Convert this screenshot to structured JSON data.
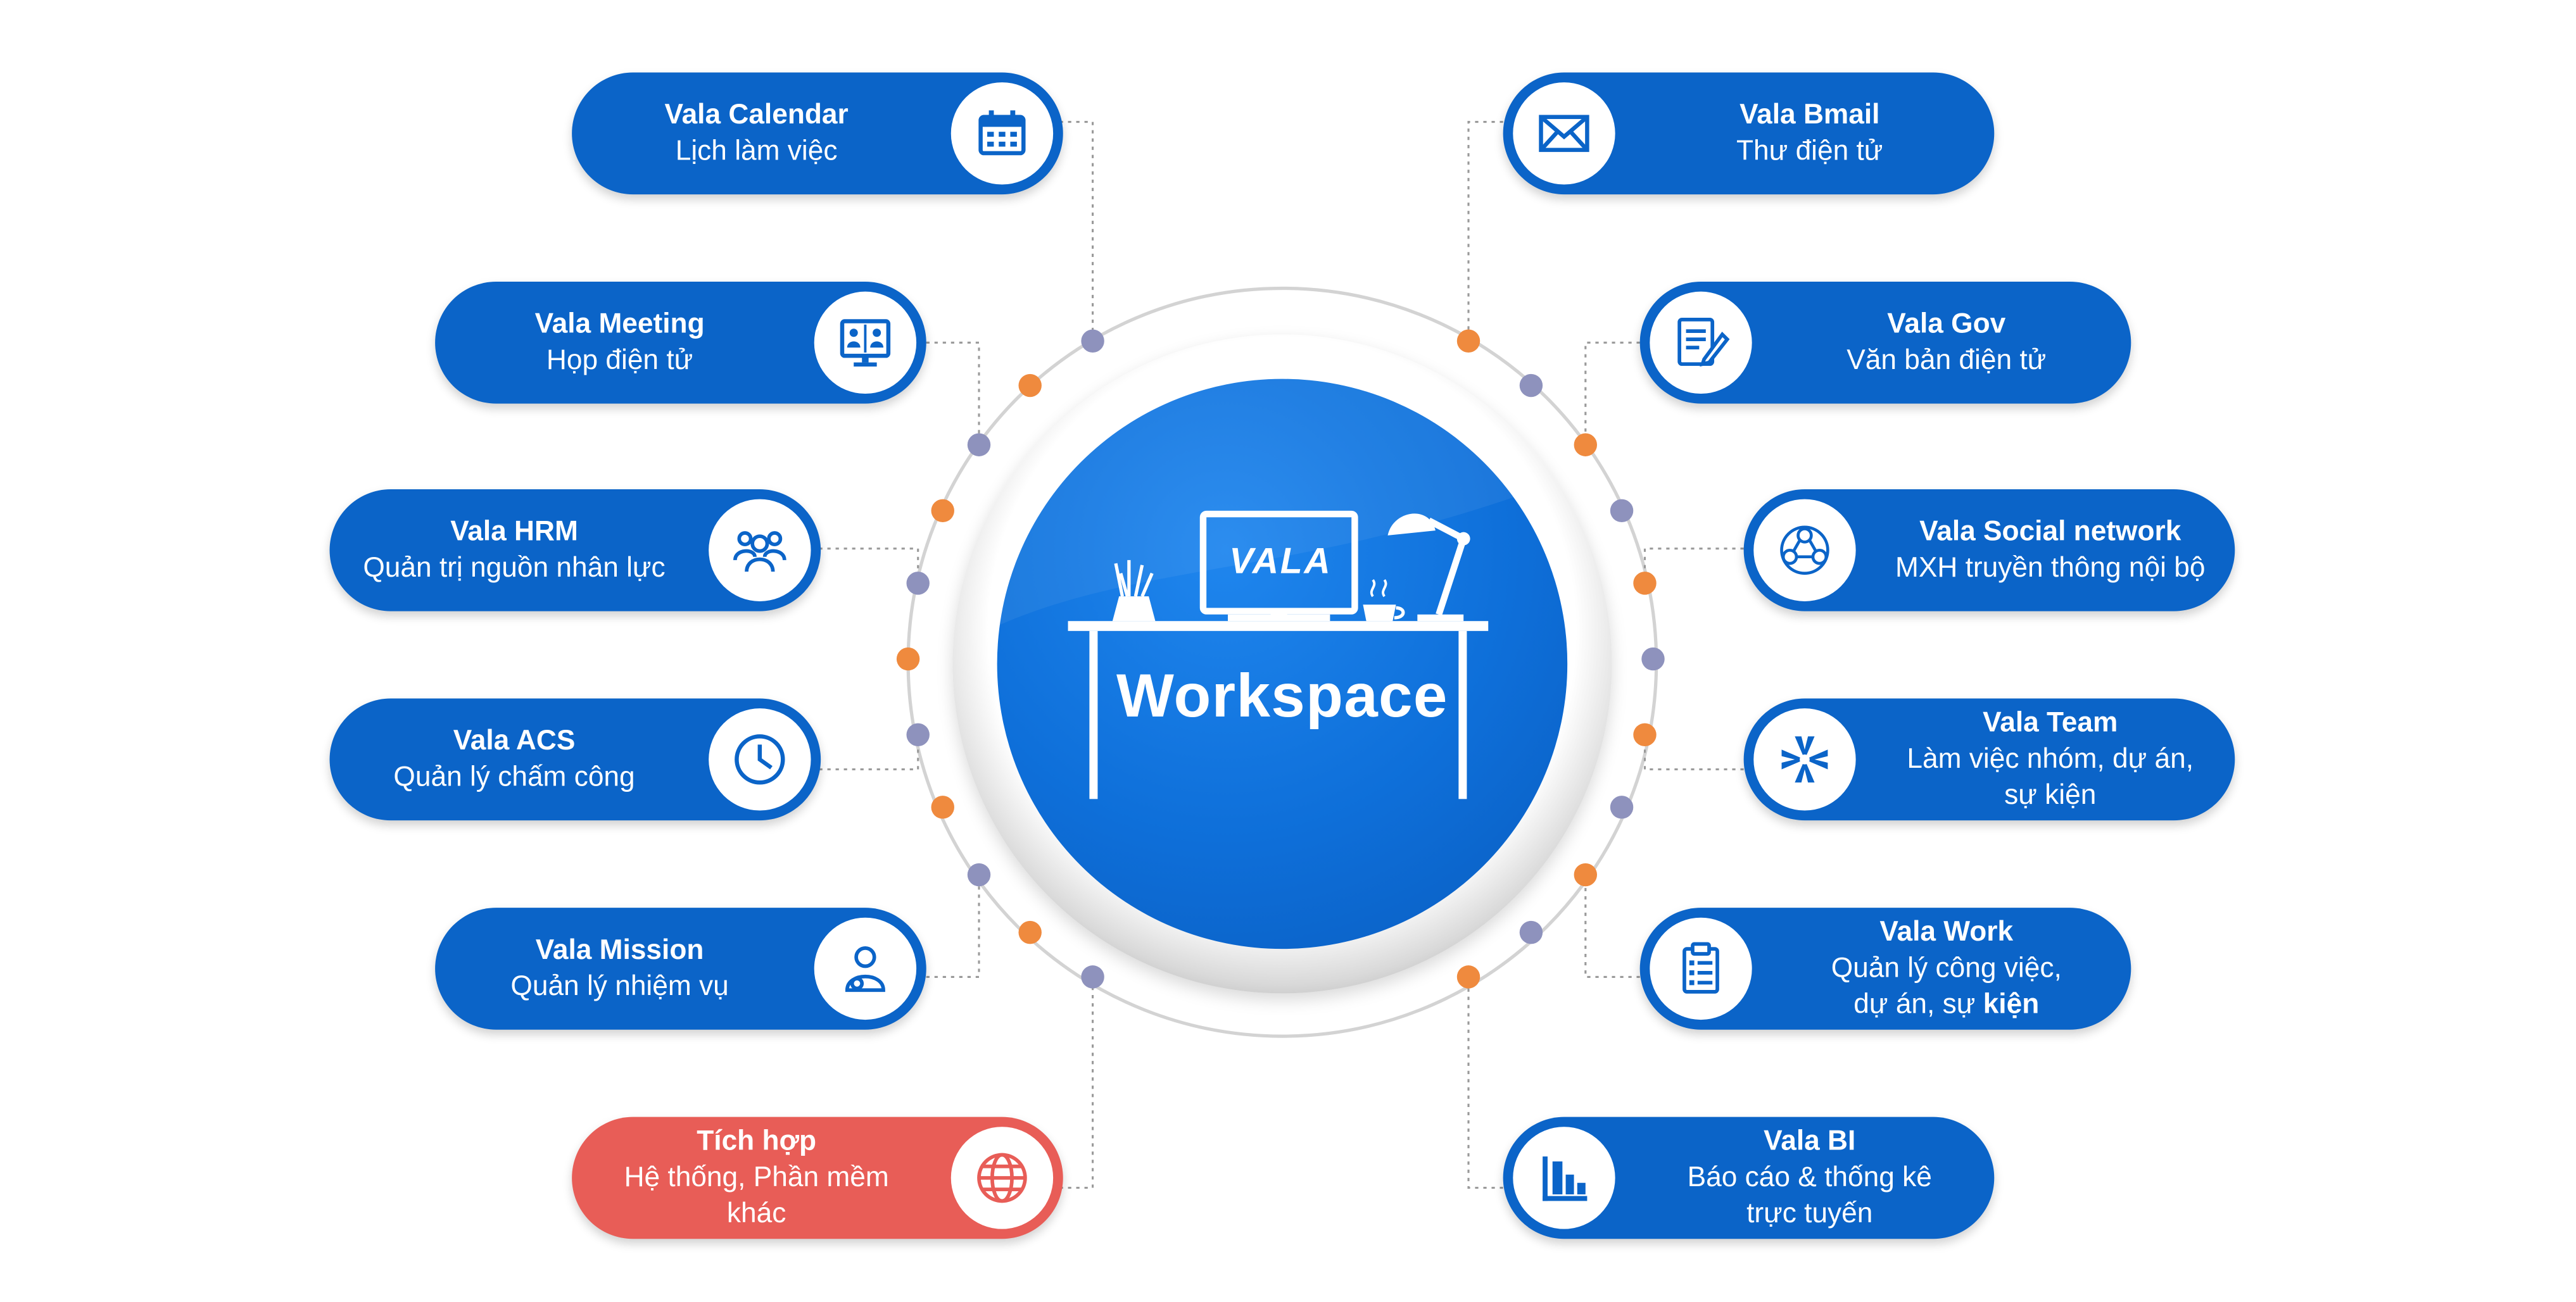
{
  "hub": {
    "logo_text": "VALA",
    "title": "Workspace"
  },
  "colors": {
    "pill_blue": "#0b64c8",
    "pill_red": "#e85d57",
    "dot_orange": "#ef8a3e",
    "dot_gray": "#8e92bd"
  },
  "modules": {
    "calendar": {
      "title": "Vala Calendar",
      "sub": "Lịch làm việc",
      "icon": "calendar-icon"
    },
    "meeting": {
      "title": "Vala Meeting",
      "sub": "Họp điện tử",
      "icon": "video-meeting-icon"
    },
    "hrm": {
      "title": "Vala HRM",
      "sub": "Quản trị nguồn nhân lực",
      "icon": "people-group-icon"
    },
    "acs": {
      "title": "Vala ACS",
      "sub": "Quản lý chấm công",
      "icon": "clock-icon"
    },
    "mission": {
      "title": "Vala Mission",
      "sub": "Quản lý nhiệm vụ",
      "icon": "user-task-icon"
    },
    "integration": {
      "title": "Tích hợp",
      "sub1": "Hệ thống, Phần mềm",
      "sub2": "khác",
      "icon": "globe-icon"
    },
    "bmail": {
      "title": "Vala Bmail",
      "sub": "Thư điện tử",
      "icon": "envelope-icon"
    },
    "gov": {
      "title": "Vala Gov",
      "sub": "Văn bản điện tử",
      "icon": "document-pen-icon"
    },
    "social": {
      "title": "Vala Social network",
      "sub": "MXH truyền thông nội bộ",
      "icon": "social-network-icon"
    },
    "team": {
      "title": "Vala Team",
      "sub1": "Làm việc nhóm, dự án,",
      "sub2": "sự kiện",
      "icon": "team-hands-icon"
    },
    "work": {
      "title": "Vala Work",
      "sub1": "Quản lý công việc,",
      "sub2a": "dự án, sự ",
      "sub2b": "kiện",
      "icon": "clipboard-list-icon"
    },
    "bi": {
      "title": "Vala BI",
      "sub1": "Báo cáo & thống kê",
      "sub2": "trực tuyến",
      "icon": "bar-chart-icon"
    }
  }
}
